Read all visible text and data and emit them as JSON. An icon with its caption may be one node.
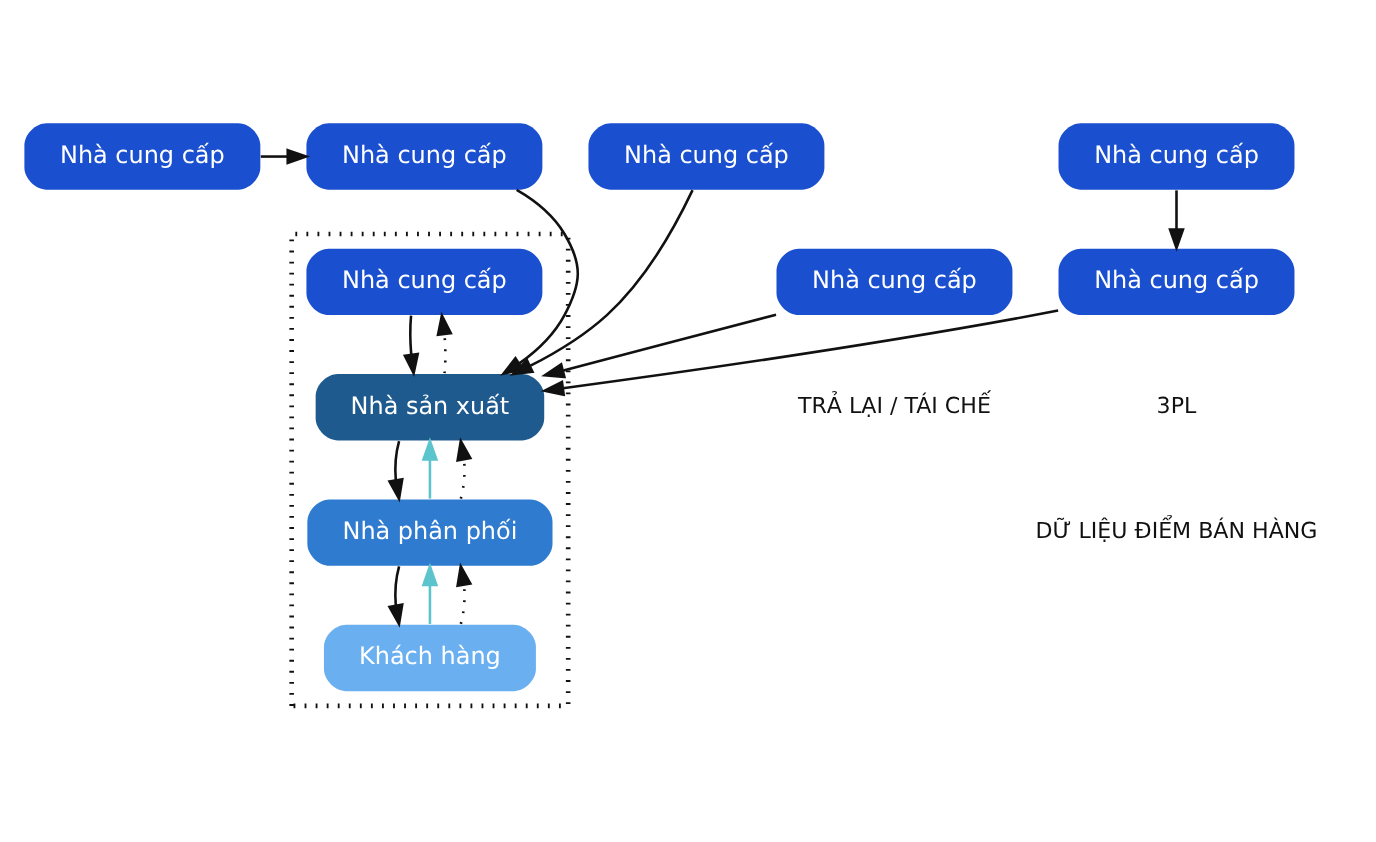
{
  "diagram": {
    "nodes": [
      {
        "text": [
          "Nhà cung cấp"
        ]
      },
      {
        "text": [
          "Nhà cung cấp"
        ]
      },
      {
        "text": [
          "Nhà cung cấp"
        ]
      },
      {
        "text": [
          "Nhà cung cấp"
        ]
      },
      {
        "text": [
          "Nhà cung cấp"
        ]
      },
      {
        "text": [
          "Nhà cung cấp"
        ]
      },
      {
        "text": [],
        "shape": "box"
      },
      {
        "text": [
          "Nhà cung cấp"
        ],
        "in": 6
      },
      {
        "text": [
          "Nhà sản xuất"
        ],
        "in": 6
      },
      {
        "text": [
          "Nhà phân phối"
        ],
        "in": 6
      },
      {
        "text": [
          "Khách hàng"
        ],
        "in": 6
      }
    ],
    "edges": [
      {
        "from": 0,
        "to": 1,
        "arrow": "to"
      },
      {
        "from": 1,
        "to": 8,
        "arrow": "to"
      },
      {
        "from": 2,
        "to": 8,
        "arrow": "to"
      },
      {
        "from": 3,
        "to": 5,
        "arrow": "to"
      },
      {
        "from": 4,
        "to": 8,
        "arrow": "to"
      },
      {
        "from": 5,
        "to": 8,
        "arrow": "to"
      },
      {
        "from": 7,
        "to": 8,
        "arrow": "to"
      },
      {
        "from": 8,
        "to": 7,
        "arrow": "to",
        "style": "dashed"
      },
      {
        "from": 9,
        "to": 8,
        "arrow": "to",
        "color": "#5bc4cc"
      },
      {
        "from": 8,
        "to": 9,
        "arrow": "to"
      },
      {
        "from": 9,
        "to": 8,
        "arrow": "to",
        "style": "dashed"
      },
      {
        "from": 10,
        "to": 9,
        "arrow": "to",
        "color": "#5bc4cc"
      },
      {
        "from": 9,
        "to": 10,
        "arrow": "to"
      },
      {
        "from": 10,
        "to": 9,
        "arrow": "to",
        "style": "dashed"
      }
    ],
    "labels": [
      "3PL",
      "TRẢ LẠI / TÁI CHẾ",
      "DỮ LIỆU ĐIỂM BÁN HÀNG"
    ]
  }
}
